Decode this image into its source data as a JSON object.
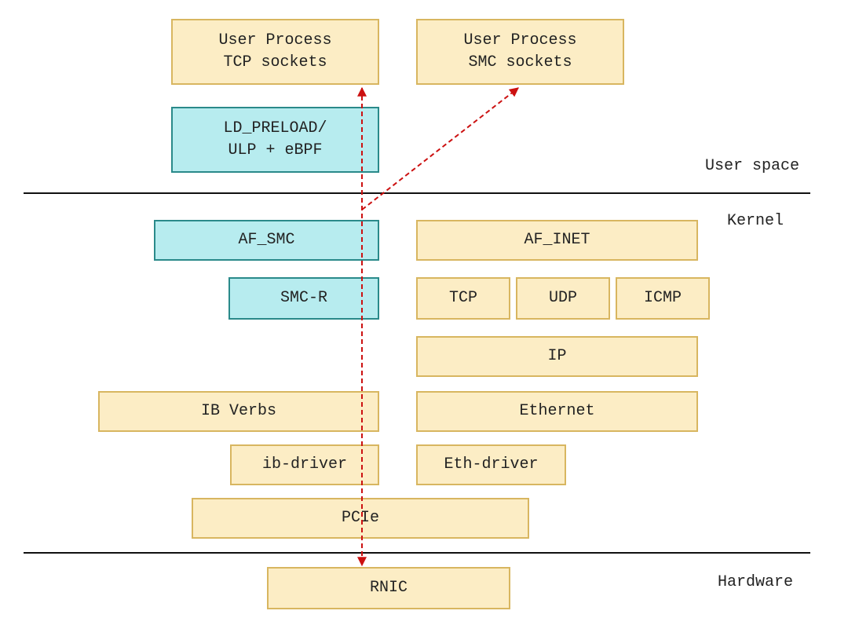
{
  "zones": {
    "user_space": "User space",
    "kernel": "Kernel",
    "hardware": "Hardware"
  },
  "boxes": {
    "user_process_tcp": "User Process\nTCP sockets",
    "user_process_smc": "User Process\nSMC sockets",
    "ld_preload": "LD_PRELOAD/\nULP + eBPF",
    "af_smc": "AF_SMC",
    "af_inet": "AF_INET",
    "smc_r": "SMC-R",
    "tcp": "TCP",
    "udp": "UDP",
    "icmp": "ICMP",
    "ip": "IP",
    "ib_verbs": "IB Verbs",
    "ethernet": "Ethernet",
    "ib_driver": "ib-driver",
    "eth_driver": "Eth-driver",
    "pcie": "PCIe",
    "rnic": "RNIC"
  },
  "colors": {
    "box_fill": "#fcedc5",
    "box_border": "#d8b660",
    "smc_fill": "#b7ecef",
    "smc_border": "#2a8a8a",
    "arrow": "#cc1111",
    "divider": "#111111"
  }
}
